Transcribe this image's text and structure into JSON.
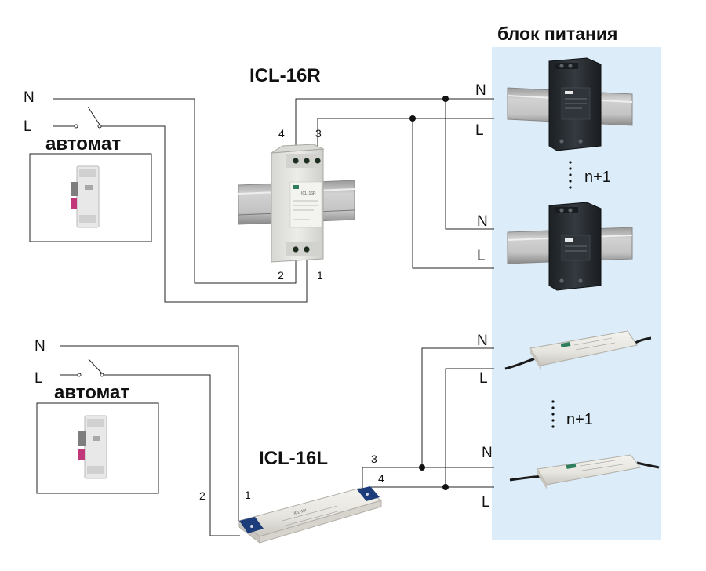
{
  "colors": {
    "panel_bg": "#dcedf9",
    "wire": "#222222",
    "rail": "#b5b5b5",
    "module_light": "#e4e4e0",
    "module_dark": "#2a2f33",
    "led_driver": "#eceae4",
    "connector": "#1d3c7a",
    "breaker_accent": "#c2367a"
  },
  "heading": "блок питания",
  "top": {
    "device_title": "ICL-16R",
    "line_n": "N",
    "line_l": "L",
    "breaker_label": "автомат",
    "terminal_4": "4",
    "terminal_3": "3",
    "terminal_2": "2",
    "terminal_1": "1",
    "device_label": "ICL-16R",
    "psu1_n": "N",
    "psu1_l": "L",
    "psu2_n": "N",
    "psu2_l": "L",
    "n_plus_one": "n+1"
  },
  "bottom": {
    "device_title": "ICL-16L",
    "line_n": "N",
    "line_l": "L",
    "breaker_label": "автомат",
    "terminal_1": "1",
    "terminal_2": "2",
    "terminal_3": "3",
    "terminal_4": "4",
    "device_label": "ICL-16L",
    "psu1_n": "N",
    "psu1_l": "L",
    "psu2_n": "N",
    "psu2_l": "L",
    "n_plus_one": "n+1"
  }
}
